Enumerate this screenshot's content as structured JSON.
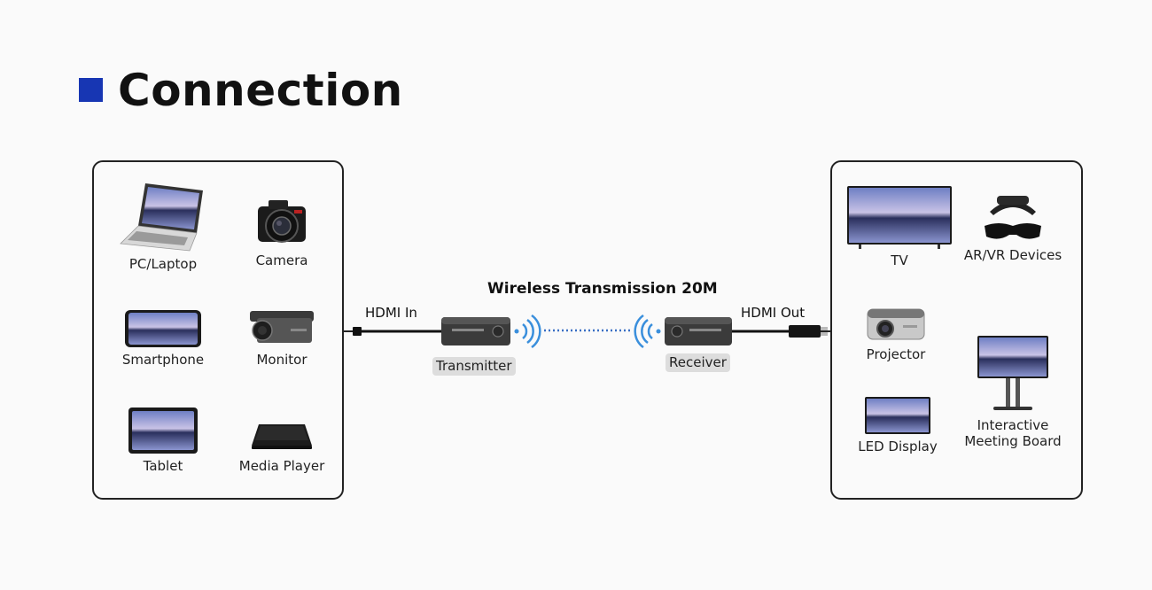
{
  "title": "Connection",
  "colors": {
    "accent": "#1736b3",
    "signal": "#3a8fdc"
  },
  "wireless_label": "Wireless Transmission 20M",
  "transmitter": {
    "cable_label": "HDMI In",
    "tag": "Transmitter"
  },
  "receiver": {
    "cable_label": "HDMI Out",
    "tag": "Receiver"
  },
  "sources": [
    {
      "label": "PC/Laptop",
      "icon": "laptop-icon"
    },
    {
      "label": "Camera",
      "icon": "camera-icon"
    },
    {
      "label": "Smartphone",
      "icon": "smartphone-icon"
    },
    {
      "label": "Monitor",
      "icon": "security-camera-icon"
    },
    {
      "label": "Tablet",
      "icon": "tablet-icon"
    },
    {
      "label": "Media Player",
      "icon": "media-player-icon"
    }
  ],
  "displays": [
    {
      "label": "TV",
      "icon": "tv-icon"
    },
    {
      "label": "AR/VR Devices",
      "icon": "vr-headset-icon"
    },
    {
      "label": "Projector",
      "icon": "projector-icon"
    },
    {
      "label": "LED Display",
      "icon": "led-display-icon"
    },
    {
      "label": "Interactive\nMeeting Board",
      "icon": "meeting-board-icon"
    }
  ]
}
